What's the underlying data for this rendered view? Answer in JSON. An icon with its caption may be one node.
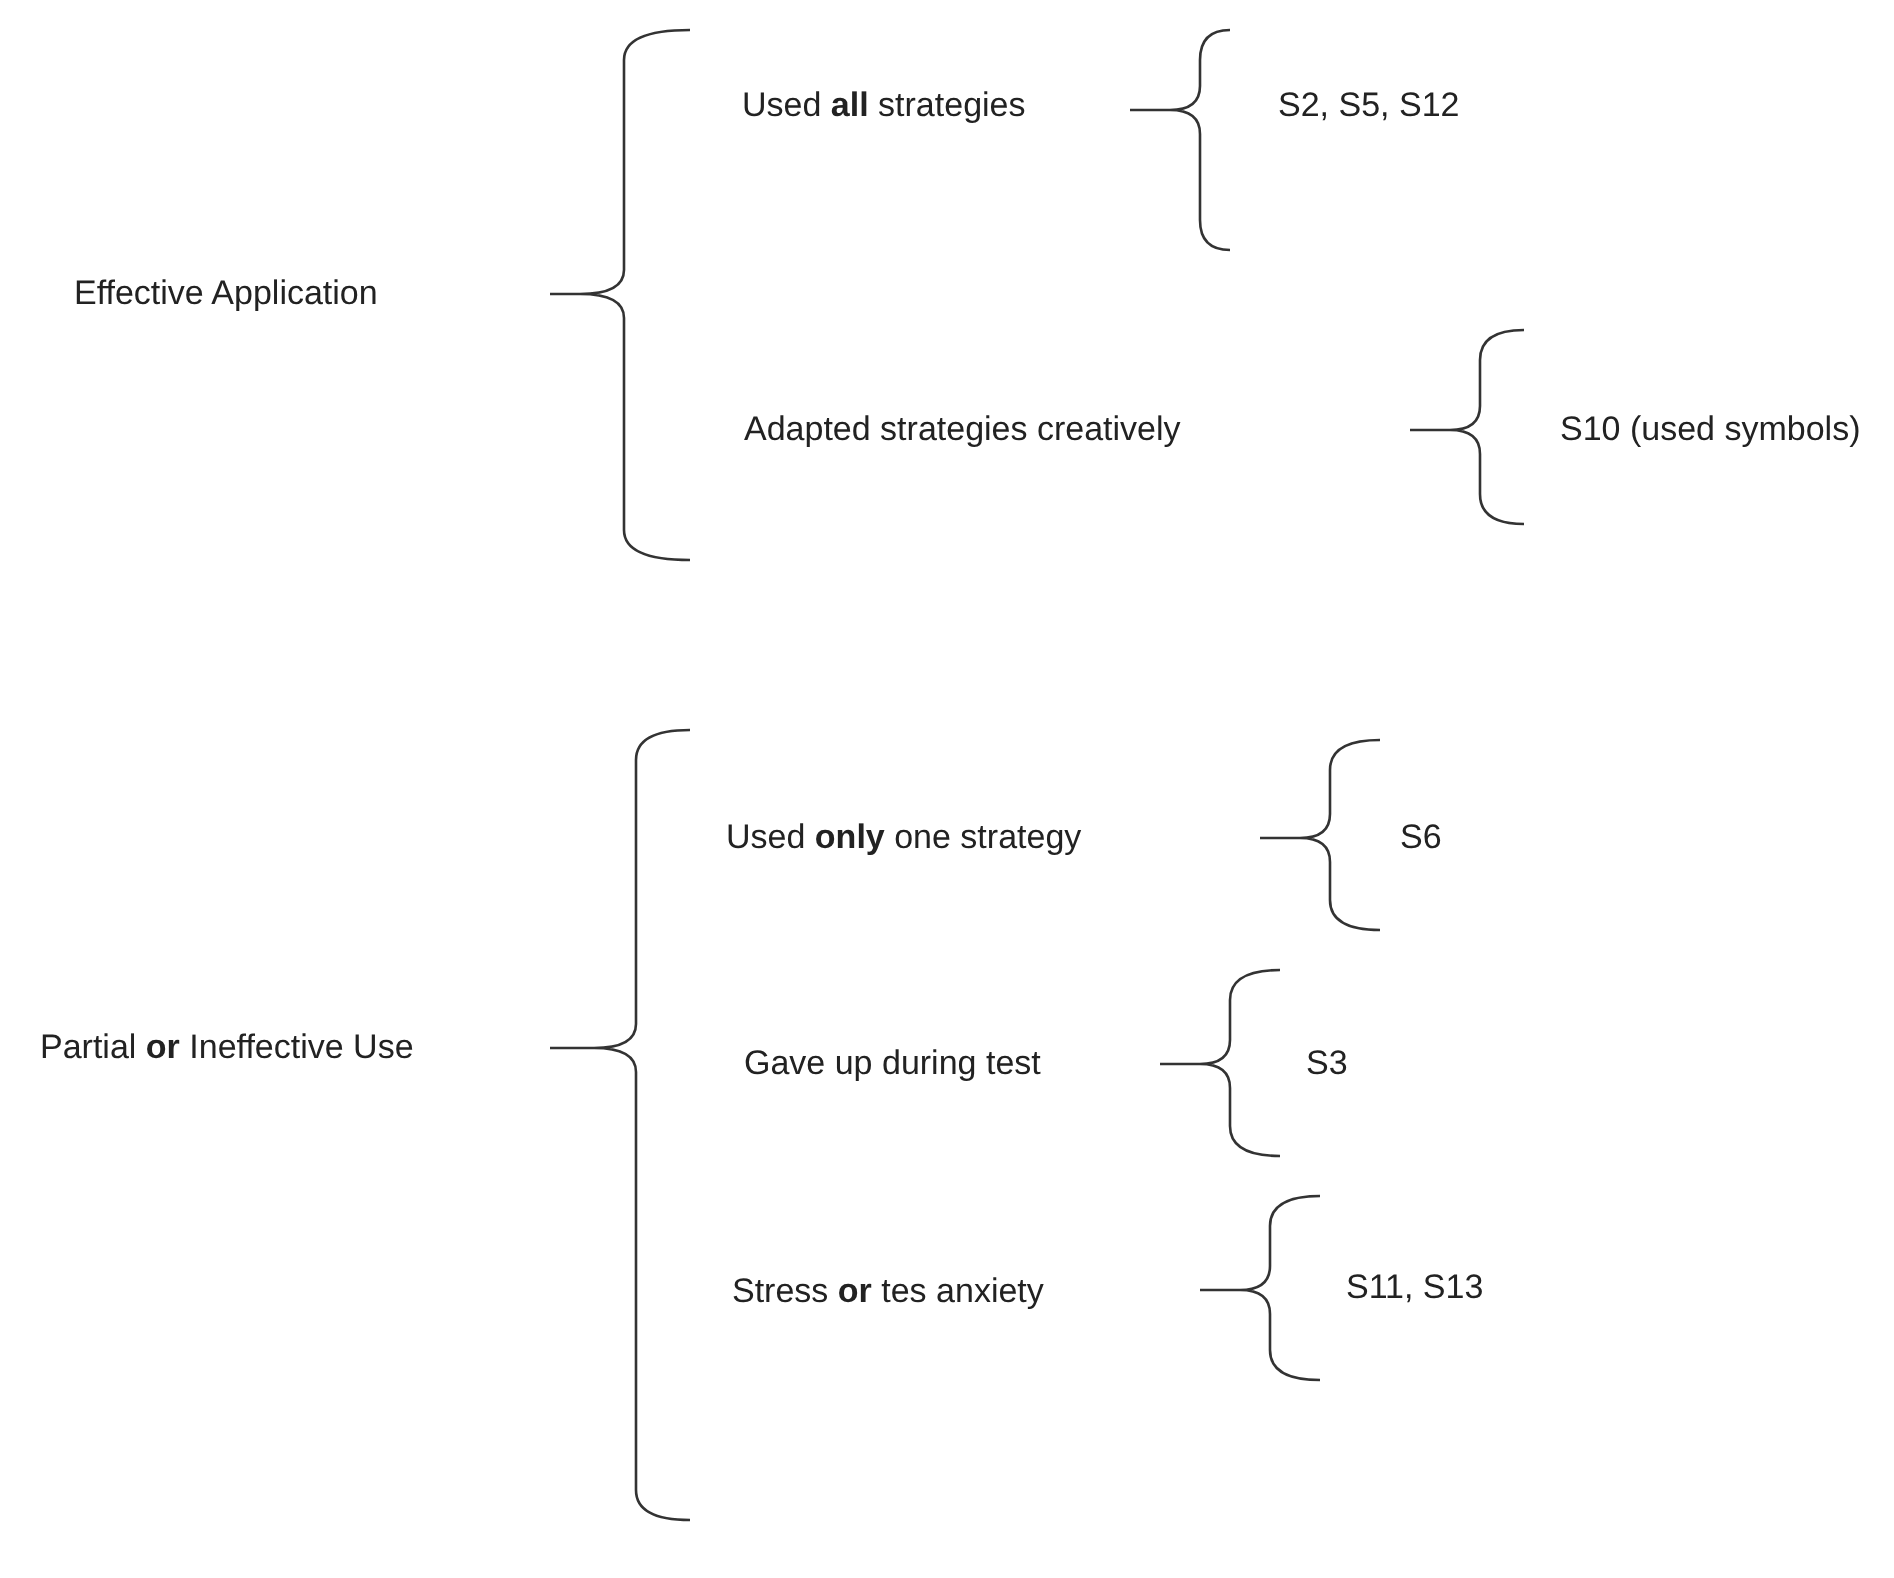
{
  "diagram": {
    "labels": [
      "Effective Application",
      "Used **all** strategies",
      "S2, S5, S12",
      "Adapted strategies creatively",
      "S10 (used symbols)",
      "Partial **or** Ineffective Use",
      "Used **only** one strategy",
      "S6",
      "Gave up during test",
      "S3",
      "Stress **or** tes anxiety",
      "S11, S13"
    ]
  }
}
